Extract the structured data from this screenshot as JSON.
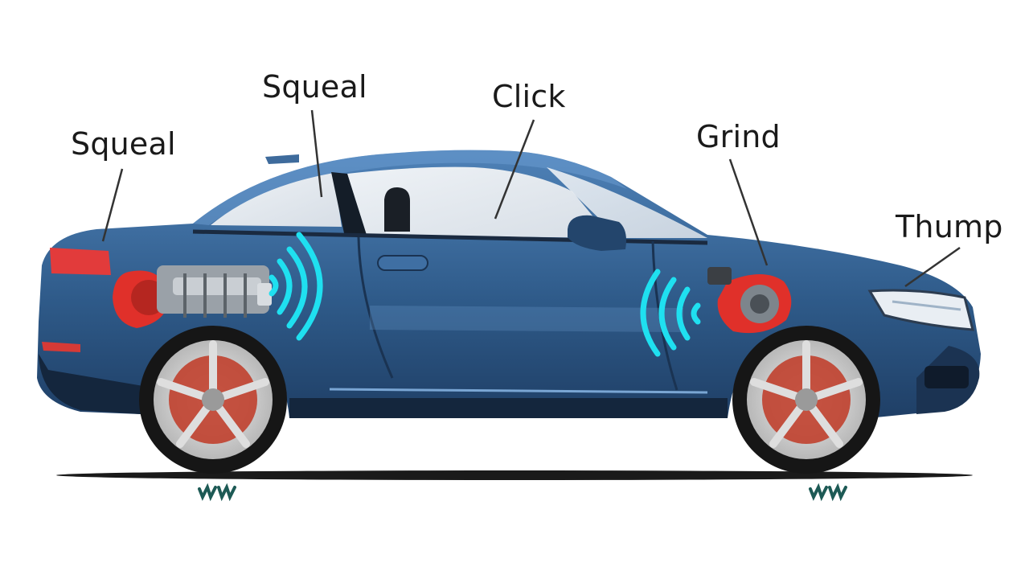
{
  "callouts": {
    "rear_squeal": "Squeal",
    "top_squeal": "Squeal",
    "click": "Click",
    "grind": "Grind",
    "thump": "Thump"
  },
  "colors": {
    "body": "#2f5b8a",
    "body_light": "#5b8ec2",
    "body_dark": "#1d3b5e",
    "sound_wave": "#1fe0f0",
    "brake_red": "#e0302a",
    "tail_light": "#e23b3b",
    "label_text": "#1a1a1a",
    "leader_line": "#333333"
  },
  "icons": [
    "sound-wave-icon",
    "brake-caliper-icon",
    "suspension-icon",
    "tread-mark-icon"
  ]
}
